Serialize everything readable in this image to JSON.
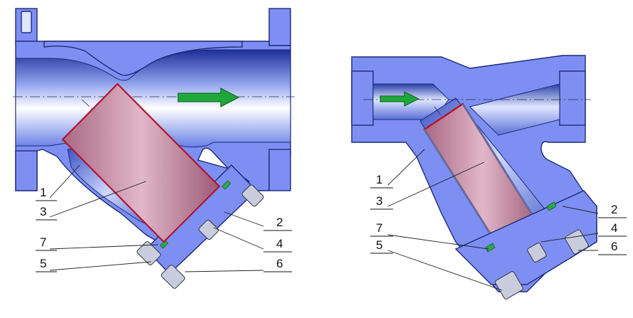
{
  "diagram": {
    "colors": {
      "body": "#7d8ff2",
      "outline": "#1e2a7a",
      "screen": "#c98aa4",
      "screen_edge": "#b0162e",
      "gasket": "#2fa84a",
      "arrow": "#1fa83a",
      "bolt": "#c9ccdc"
    },
    "left_view": {
      "labels": [
        "1",
        "3",
        "7",
        "5",
        "2",
        "4",
        "6"
      ]
    },
    "right_view": {
      "labels": [
        "1",
        "3",
        "7",
        "5",
        "2",
        "4",
        "6"
      ]
    }
  }
}
